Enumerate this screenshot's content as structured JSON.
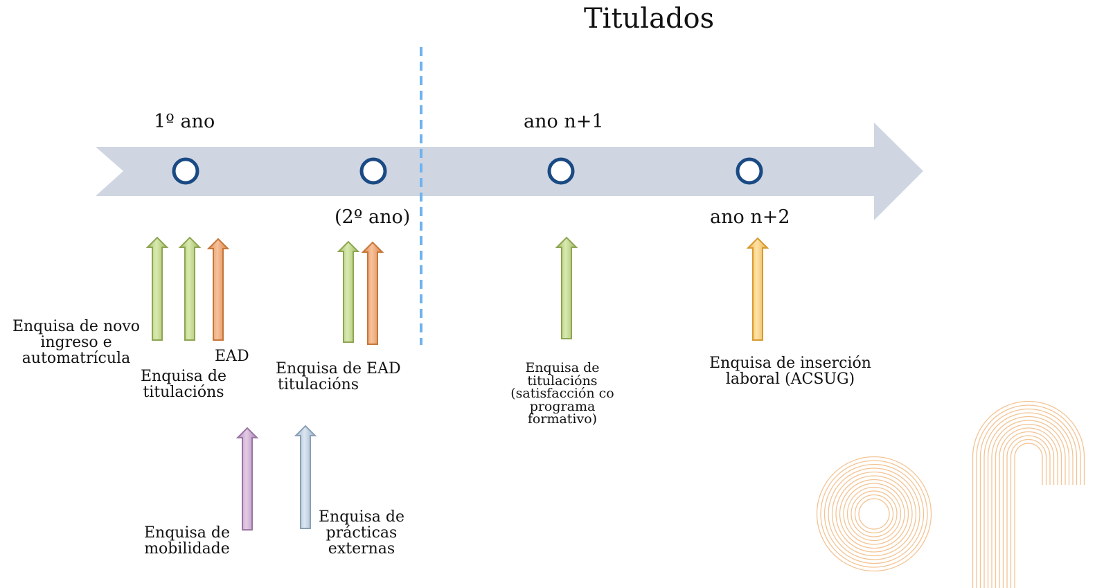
{
  "title": "Titulados",
  "timeline": {
    "top_labels": [
      "1º ano",
      "ano n+1"
    ],
    "bottom_labels": [
      "(2º ano)",
      "ano n+2"
    ]
  },
  "surveys": {
    "novo_ingreso": [
      "Enquisa de novo",
      "ingreso e",
      "automatrícula"
    ],
    "ead_1": "EAD",
    "titulacions_1": [
      "Enquisa de",
      "titulacións"
    ],
    "ead_titulacions_2": [
      "Enquisa de EAD",
      "titulacións"
    ],
    "mobilidade": [
      "Enquisa de",
      "mobilidade"
    ],
    "practicas": [
      "Enquisa de",
      "prácticas",
      "externas"
    ],
    "titulacions_satisfaccion": [
      "Enquisa de",
      "titulacións",
      "(satisfacción co",
      "programa",
      "formativo)"
    ],
    "insercion_laboral": [
      "Enquisa de inserción",
      "laboral (ACSUG)"
    ]
  },
  "colors": {
    "timeline_band": "#cfd6e2",
    "node_ring": "#1a4a84",
    "divider": "#6fb2ee",
    "arrow_green": "#c3d98f",
    "arrow_orange": "#eeaa76",
    "arrow_purple": "#c8a6cf",
    "arrow_blue": "#b9cde0",
    "arrow_yellow": "#f6c86b",
    "logo": "#f0b070"
  }
}
